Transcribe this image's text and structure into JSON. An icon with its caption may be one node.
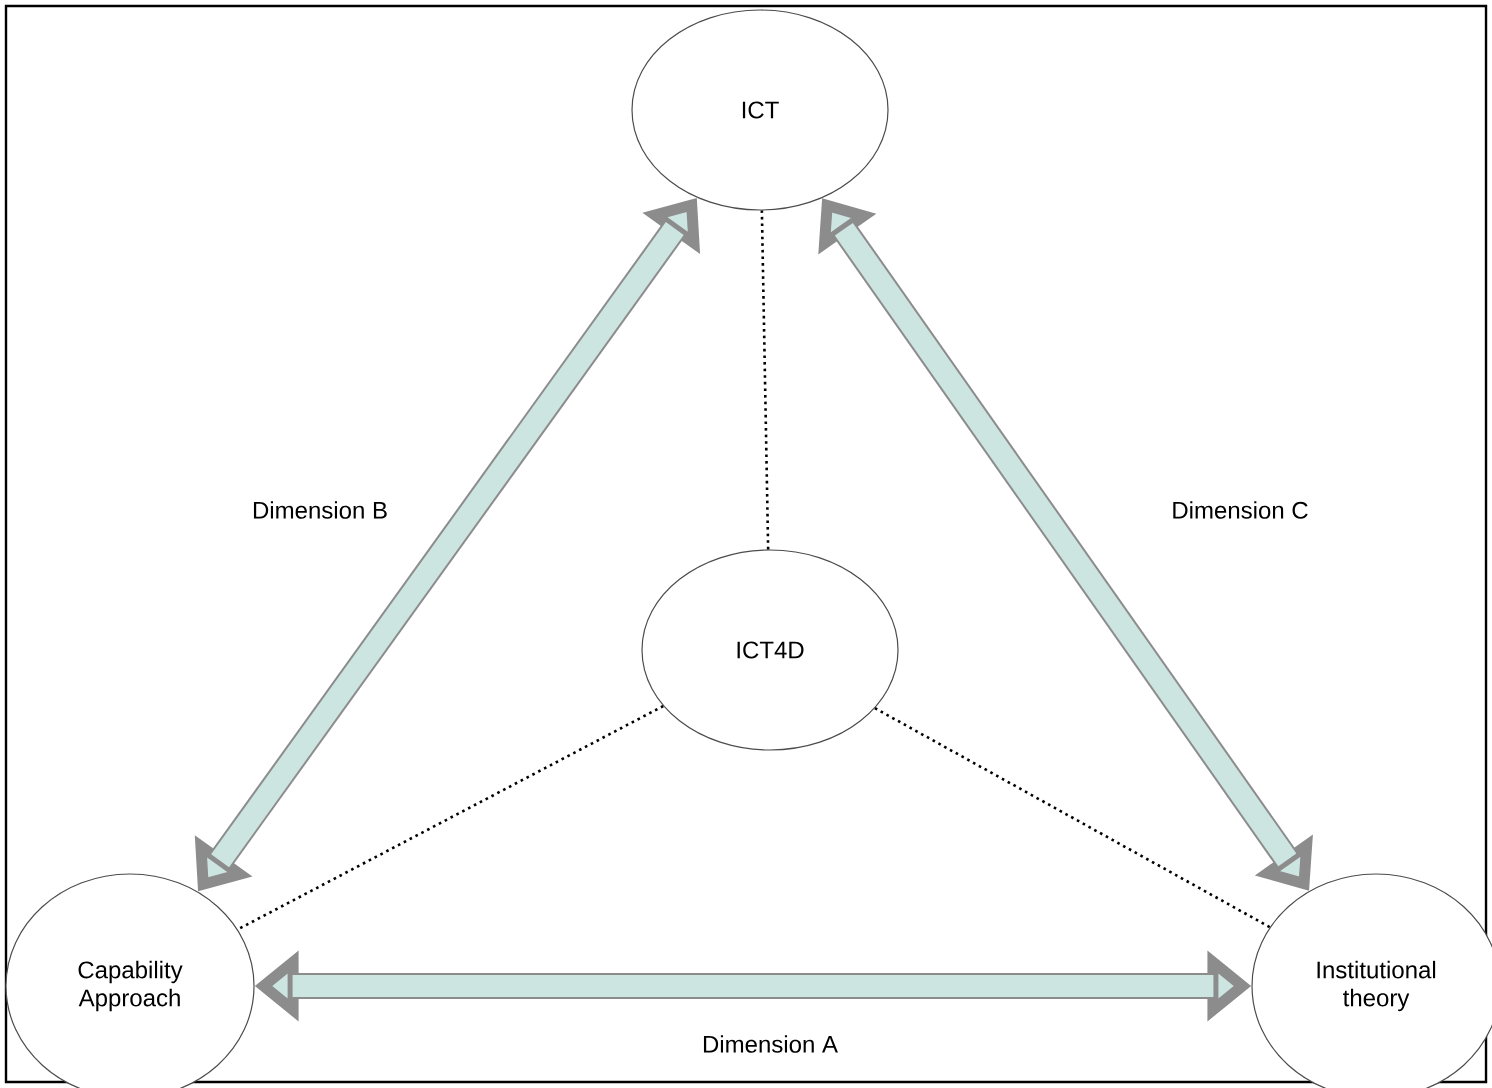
{
  "diagram": {
    "nodes": [
      {
        "text": [
          "ICT"
        ]
      },
      {
        "text": [
          "ICT4D"
        ]
      },
      {
        "text": [
          "Capability Approach"
        ]
      },
      {
        "text": [
          "Institutional theory"
        ]
      }
    ],
    "edges": [
      {
        "from": 0,
        "to": 2,
        "arrow": "both",
        "label": "Dimension B",
        "style": "thick"
      },
      {
        "from": 0,
        "to": 3,
        "arrow": "both",
        "label": "Dimension C",
        "style": "thick"
      },
      {
        "from": 2,
        "to": 3,
        "arrow": "both",
        "label": "Dimension A",
        "style": "thick"
      },
      {
        "from": 1,
        "to": 0,
        "arrow": "none",
        "style": "dashed",
        "color": "#000000"
      },
      {
        "from": 1,
        "to": 2,
        "arrow": "none",
        "style": "dashed",
        "color": "#000000"
      },
      {
        "from": 1,
        "to": 3,
        "arrow": "none",
        "style": "dashed",
        "color": "#000000"
      }
    ]
  }
}
